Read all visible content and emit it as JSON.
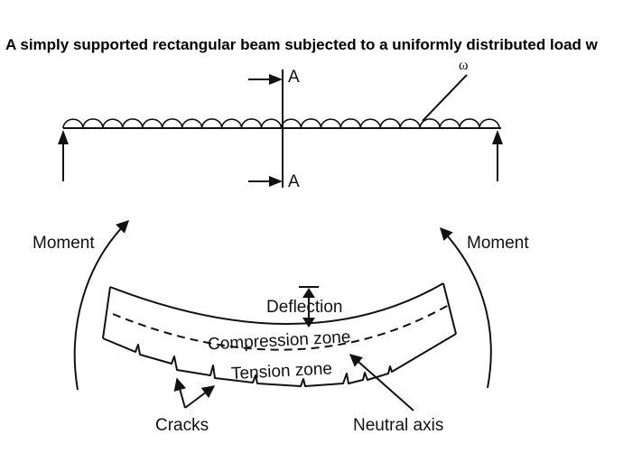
{
  "title": "A simply supported rectangular beam subjected to a uniformly distributed load w",
  "labels": {
    "load_symbol": "ω",
    "section_top": "A",
    "section_bottom": "A",
    "moment_left": "Moment",
    "moment_right": "Moment",
    "deflection": "Deflection",
    "compression_zone": "Compression zone",
    "tension_zone": "Tension zone",
    "cracks": "Cracks",
    "neutral_axis": "Neutral axis"
  },
  "colors": {
    "ink": "#111111",
    "background": "#ffffff"
  }
}
